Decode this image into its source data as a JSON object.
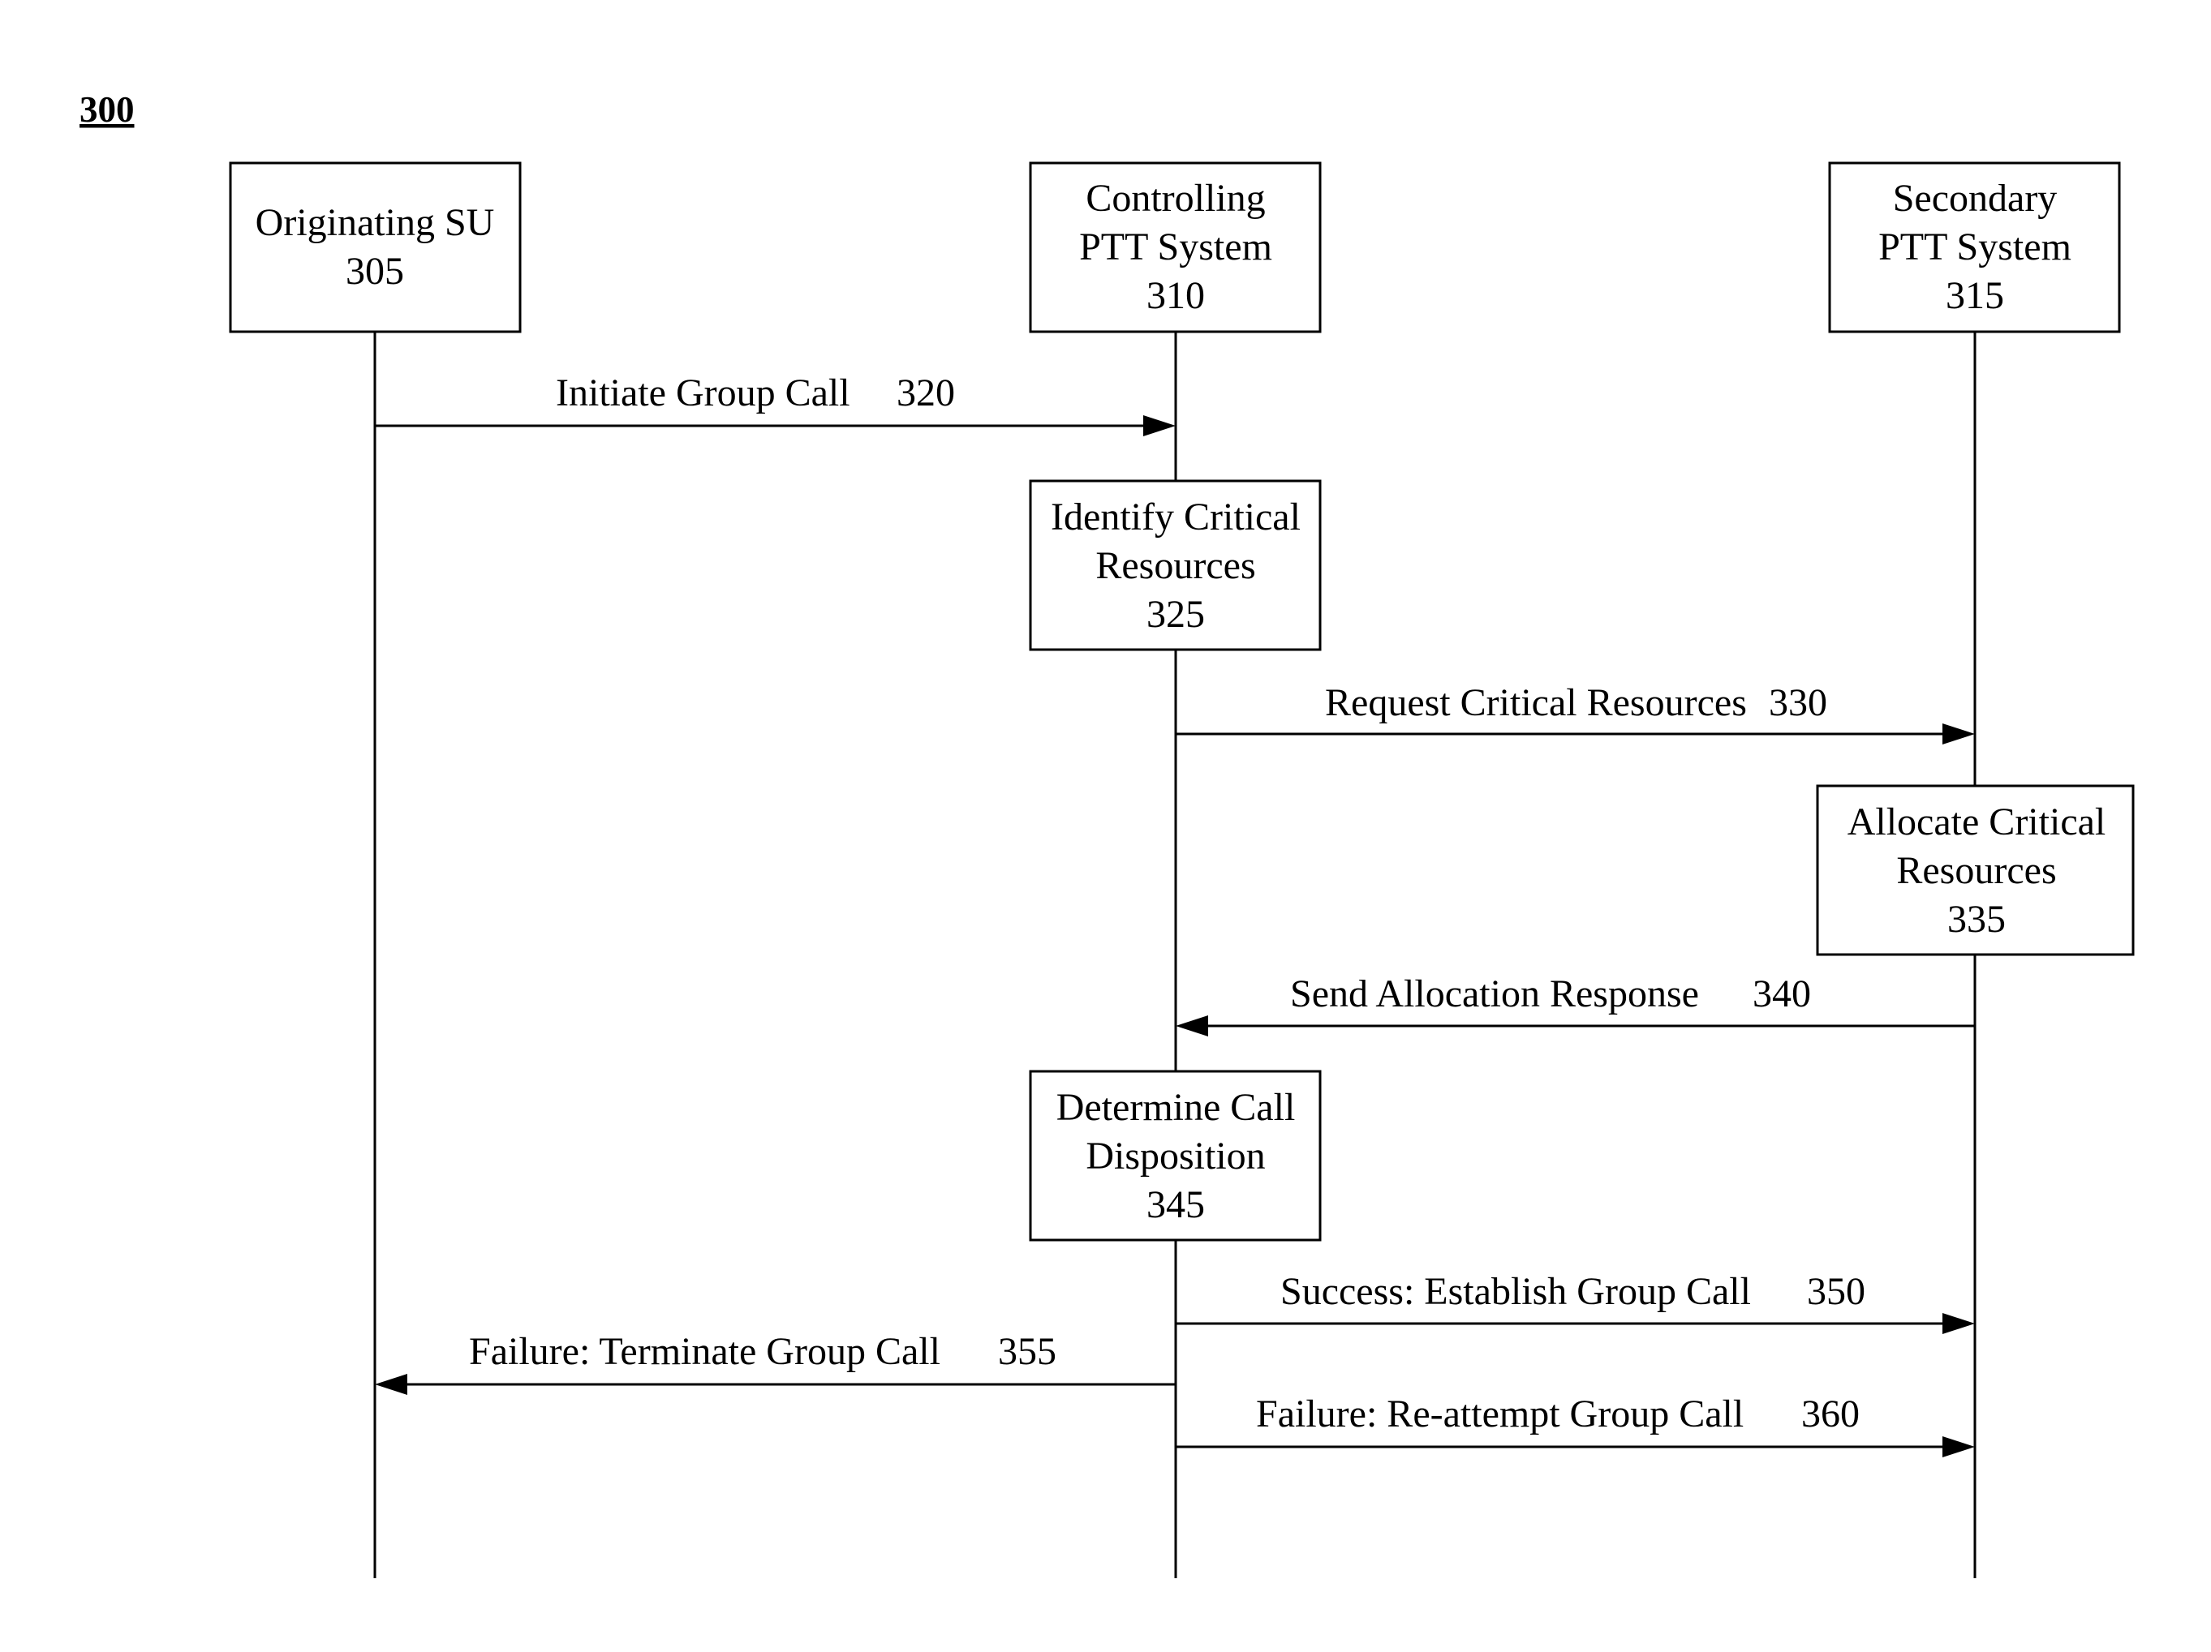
{
  "figure_label": "300",
  "participants": [
    {
      "id": "su",
      "lines": [
        "Originating SU",
        "305"
      ]
    },
    {
      "id": "ctrl",
      "lines": [
        "Controlling",
        "PTT System",
        "310"
      ]
    },
    {
      "id": "sec",
      "lines": [
        "Secondary",
        "PTT System",
        "315"
      ]
    }
  ],
  "activities": [
    {
      "id": "identify",
      "lifeline": "ctrl",
      "lines": [
        "Identify Critical",
        "Resources",
        "325"
      ]
    },
    {
      "id": "allocate",
      "lifeline": "sec",
      "lines": [
        "Allocate Critical",
        "Resources",
        "335"
      ]
    },
    {
      "id": "determine",
      "lifeline": "ctrl",
      "lines": [
        "Determine Call",
        "Disposition",
        "345"
      ]
    }
  ],
  "messages": [
    {
      "id": "m320",
      "from": "su",
      "to": "ctrl",
      "label": "Initiate Group Call",
      "number": "320"
    },
    {
      "id": "m330",
      "from": "ctrl",
      "to": "sec",
      "label": "Request Critical Resources",
      "number": "330"
    },
    {
      "id": "m340",
      "from": "sec",
      "to": "ctrl",
      "label": "Send Allocation Response",
      "number": "340"
    },
    {
      "id": "m350",
      "from": "ctrl",
      "to": "sec",
      "label": "Success: Establish Group Call",
      "number": "350"
    },
    {
      "id": "m355",
      "from": "ctrl",
      "to": "su",
      "label": "Failure: Terminate Group Call",
      "number": "355"
    },
    {
      "id": "m360",
      "from": "ctrl",
      "to": "sec",
      "label": "Failure: Re-attempt Group Call",
      "number": "360"
    }
  ]
}
